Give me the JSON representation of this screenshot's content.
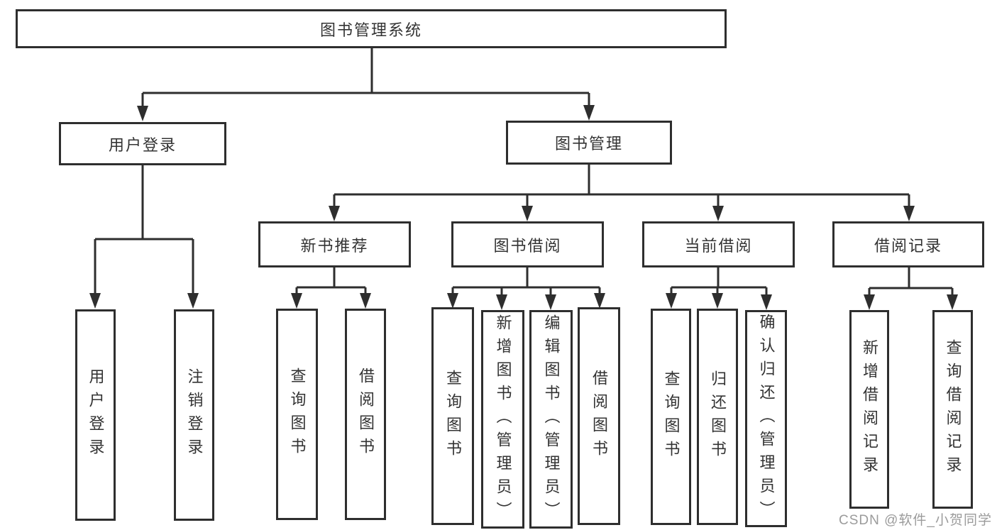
{
  "colors": {
    "line": "#2e2e2e",
    "text": "#333333",
    "background": "#ffffff",
    "watermark": "#9b9b9b"
  },
  "diagram": {
    "root_label": "图书管理系统",
    "branches": [
      {
        "label": "用户登录",
        "children": [
          {
            "label": "用户登录"
          },
          {
            "label": "注销登录"
          }
        ]
      },
      {
        "label": "图书管理",
        "children": [
          {
            "label": "新书推荐",
            "children": [
              {
                "label": "查询图书"
              },
              {
                "label": "借阅图书"
              }
            ]
          },
          {
            "label": "图书借阅",
            "children": [
              {
                "label": "查询图书"
              },
              {
                "label": "新增图书（管理员）"
              },
              {
                "label": "编辑图书（管理员）"
              },
              {
                "label": "借阅图书"
              }
            ]
          },
          {
            "label": "当前借阅",
            "children": [
              {
                "label": "查询图书"
              },
              {
                "label": "归还图书"
              },
              {
                "label": "确认归还（管理员）"
              }
            ]
          },
          {
            "label": "借阅记录",
            "children": [
              {
                "label": "新增借阅记录"
              },
              {
                "label": "查询借阅记录"
              }
            ]
          }
        ]
      }
    ]
  },
  "watermark": "CSDN @软件_小贺同学"
}
